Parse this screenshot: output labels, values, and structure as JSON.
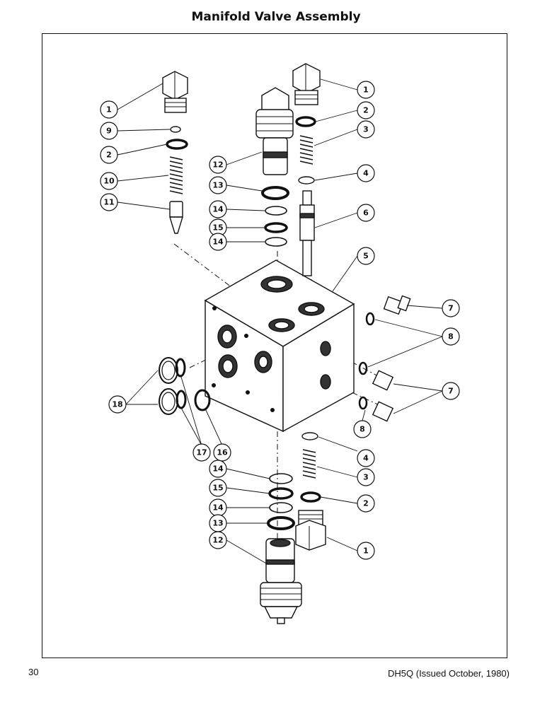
{
  "header": {
    "title": "Manifold Valve Assembly"
  },
  "footer": {
    "page_number": "30",
    "document_id": "DH5Q (Issued October, 1980)"
  },
  "callouts": [
    {
      "label": "1"
    },
    {
      "label": "9"
    },
    {
      "label": "2"
    },
    {
      "label": "10"
    },
    {
      "label": "11"
    },
    {
      "label": "1"
    },
    {
      "label": "2"
    },
    {
      "label": "3"
    },
    {
      "label": "12"
    },
    {
      "label": "13"
    },
    {
      "label": "4"
    },
    {
      "label": "14"
    },
    {
      "label": "15"
    },
    {
      "label": "14"
    },
    {
      "label": "6"
    },
    {
      "label": "5"
    },
    {
      "label": "7"
    },
    {
      "label": "8"
    },
    {
      "label": "18"
    },
    {
      "label": "17"
    },
    {
      "label": "16"
    },
    {
      "label": "7"
    },
    {
      "label": "8"
    },
    {
      "label": "4"
    },
    {
      "label": "14"
    },
    {
      "label": "3"
    },
    {
      "label": "15"
    },
    {
      "label": "14"
    },
    {
      "label": "2"
    },
    {
      "label": "13"
    },
    {
      "label": "12"
    },
    {
      "label": "1"
    }
  ]
}
